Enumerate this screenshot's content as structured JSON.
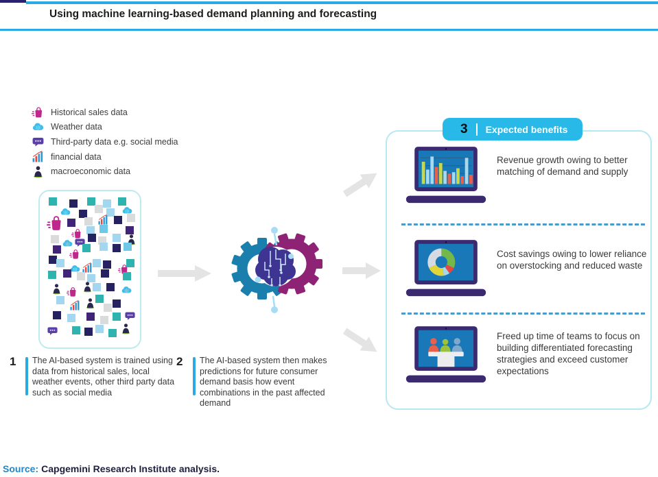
{
  "title": "Using machine learning-based demand planning and forecasting",
  "legend": {
    "items": [
      {
        "icon": "bag",
        "label": "Historical sales data"
      },
      {
        "icon": "cloud",
        "label": "Weather data"
      },
      {
        "icon": "bubble",
        "label": "Third-party data e.g. social media"
      },
      {
        "icon": "chart",
        "label": "financial data"
      },
      {
        "icon": "person",
        "label": "macroeconomic data"
      }
    ]
  },
  "steps": [
    {
      "number": "1",
      "text": "The AI-based system is trained using data from historical sales, local weather events, other third party data such as social media"
    },
    {
      "number": "2",
      "text": "The AI-based system then makes predictions for future consumer demand basis how event combinations in the past affected demand"
    }
  ],
  "benefits": {
    "number": "3",
    "header": "Expected benefits",
    "items": [
      {
        "icon": "laptop-bar-chart",
        "text": "Revenue growth owing to better matching of demand and supply",
        "screen_chart": {
          "type": "bar",
          "colors": [
            "#c6d94e",
            "#a8d8ea",
            "#a8d8ea",
            "#e8604c",
            "#c6d94e",
            "#a8d8ea",
            "#e8604c",
            "#a8d8ea",
            "#c6d94e",
            "#e8604c",
            "#a8d8ea",
            "#e8604c"
          ],
          "heights": [
            34,
            22,
            42,
            26,
            32,
            20,
            16,
            18,
            24,
            12,
            40,
            14
          ]
        }
      },
      {
        "icon": "laptop-donut-chart",
        "text": "Cost savings owing to lower reliance on overstocking and reduced waste",
        "screen_chart": {
          "type": "donut",
          "segments": [
            {
              "color": "#72b84a",
              "value": 32
            },
            {
              "color": "#e8473f",
              "value": 8
            },
            {
              "color": "#a8d8ea",
              "value": 7
            },
            {
              "color": "#e0d63c",
              "value": 21
            },
            {
              "color": "#d4dbe2",
              "value": 32
            }
          ]
        }
      },
      {
        "icon": "laptop-meeting",
        "text": "Freed up time of teams to focus on building differentiated forecasting strategies and exceed customer expectations",
        "screen_chart": {
          "type": "meeting",
          "figures": [
            "#e8604c",
            "#9cc23d",
            "#7fa8cc"
          ]
        }
      }
    ]
  },
  "source": {
    "prefix": "Source:",
    "text": "Capgemini Research Institute analysis."
  },
  "colors": {
    "accent_cyan": "#29abe2",
    "badge_cyan": "#29b9e8",
    "navy": "#2b2171",
    "panel_border": "#b5e8f2",
    "dash": "#4a9bc8",
    "arrow_gray": "#e4e4e4",
    "laptop_frame": "#3b2a70",
    "laptop_screen": "#1878b8",
    "gear_blue": "#1b7fad",
    "gear_magenta": "#8e2376",
    "brain_indigo": "#3d3591",
    "circuit_light": "#a7dcf4",
    "bag_magenta": "#c0278c",
    "cloud_blue": "#41bde8",
    "bubble_purple": "#5b3fa8",
    "person_navy": "#2b2750",
    "person_green": "#8cc63f",
    "chart_blue": "#2e9bd6",
    "chart_red": "#e8473f",
    "sq_teal": "#2fb3ae",
    "sq_violet": "#3f2478",
    "sq_navy": "#262262",
    "sq_lblue": "#a3d6ef",
    "sq_gray": "#d9dbdd",
    "sq_sky": "#6ec9e8",
    "text_dark": "#3a3a3a",
    "source_blue": "#2386c8",
    "source_navy": "#20203f"
  },
  "scatter": [
    [
      "t",
      6,
      2
    ],
    [
      "n",
      28,
      3
    ],
    [
      "t",
      47,
      2
    ],
    [
      "b",
      64,
      3
    ],
    [
      "t",
      80,
      2
    ],
    [
      "cloud",
      18,
      8
    ],
    [
      "n",
      38,
      10
    ],
    [
      "g",
      55,
      7
    ],
    [
      "b",
      68,
      9
    ],
    [
      "cloud",
      84,
      7
    ],
    [
      "bag",
      4,
      13,
      26
    ],
    [
      "v",
      26,
      16
    ],
    [
      "g",
      44,
      15
    ],
    [
      "chart",
      58,
      13
    ],
    [
      "n",
      76,
      14
    ],
    [
      "g",
      90,
      13
    ],
    [
      "bag",
      30,
      22
    ],
    [
      "b",
      46,
      21
    ],
    [
      "s",
      60,
      20
    ],
    [
      "v",
      88,
      21
    ],
    [
      "g",
      8,
      27
    ],
    [
      "cloud",
      20,
      29
    ],
    [
      "bubble",
      33,
      28
    ],
    [
      "n",
      48,
      26
    ],
    [
      "g",
      59,
      28
    ],
    [
      "b",
      74,
      26
    ],
    [
      "person",
      88,
      26
    ],
    [
      "v",
      10,
      34
    ],
    [
      "bag",
      28,
      36
    ],
    [
      "t",
      42,
      33
    ],
    [
      "b",
      60,
      32
    ],
    [
      "n",
      74,
      33
    ],
    [
      "s",
      86,
      32
    ],
    [
      "n",
      6,
      41
    ],
    [
      "b",
      14,
      43
    ],
    [
      "cloud",
      28,
      46
    ],
    [
      "chart",
      41,
      45
    ],
    [
      "b",
      53,
      43
    ],
    [
      "n",
      64,
      44
    ],
    [
      "bag",
      80,
      46
    ],
    [
      "t",
      89,
      43
    ],
    [
      "t",
      5,
      51
    ],
    [
      "v",
      21,
      50
    ],
    [
      "g",
      36,
      52
    ],
    [
      "b",
      47,
      53
    ],
    [
      "n",
      62,
      50
    ],
    [
      "t",
      85,
      52
    ],
    [
      "person",
      8,
      59
    ],
    [
      "bag",
      25,
      61
    ],
    [
      "person",
      41,
      58
    ],
    [
      "b",
      53,
      59
    ],
    [
      "n",
      68,
      59
    ],
    [
      "cloud",
      83,
      60
    ],
    [
      "b",
      14,
      68
    ],
    [
      "chart",
      28,
      70
    ],
    [
      "person",
      44,
      69
    ],
    [
      "t",
      56,
      67
    ],
    [
      "g",
      65,
      73
    ],
    [
      "n",
      74,
      70
    ],
    [
      "n",
      10,
      78
    ],
    [
      "b",
      26,
      80
    ],
    [
      "v",
      46,
      79
    ],
    [
      "g",
      61,
      81
    ],
    [
      "t",
      74,
      79
    ],
    [
      "bubble",
      87,
      77
    ],
    [
      "bubble",
      4,
      87
    ],
    [
      "t",
      31,
      88
    ],
    [
      "n",
      44,
      89
    ],
    [
      "b",
      56,
      87
    ],
    [
      "t",
      70,
      90
    ],
    [
      "person",
      82,
      86
    ]
  ]
}
